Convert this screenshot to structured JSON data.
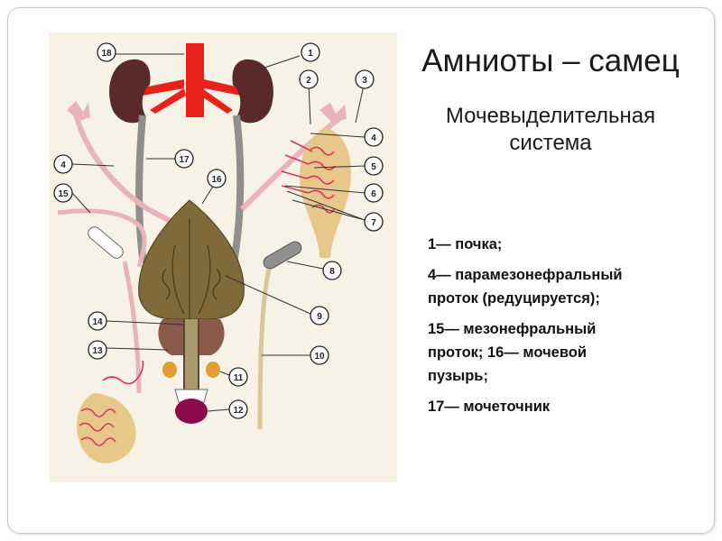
{
  "title": "Амниоты – самец",
  "subtitle": [
    "Мочевыделительная",
    "система"
  ],
  "notes": [
    [
      "1— почка;"
    ],
    [
      "4— парамезонефральный",
      "проток (редуцируется);"
    ],
    [
      "15— мезонефральный",
      "проток; 16— мочевой",
      "пузырь;"
    ],
    [
      "17— мочеточник"
    ]
  ],
  "diagram_labels": [
    "1",
    "2",
    "3",
    "4",
    "5",
    "6",
    "7",
    "8",
    "9",
    "10",
    "11",
    "12",
    "13",
    "14",
    "15",
    "16",
    "17",
    "18"
  ],
  "colors": {
    "kidney": "#5a2a2a",
    "vessel": "#e8221b",
    "duct": "#e8b4b8",
    "bladder": "#7e6a3a",
    "ureter": "#8f8f8f",
    "testis": "#e8c88a",
    "background": "#f6f2e6"
  }
}
